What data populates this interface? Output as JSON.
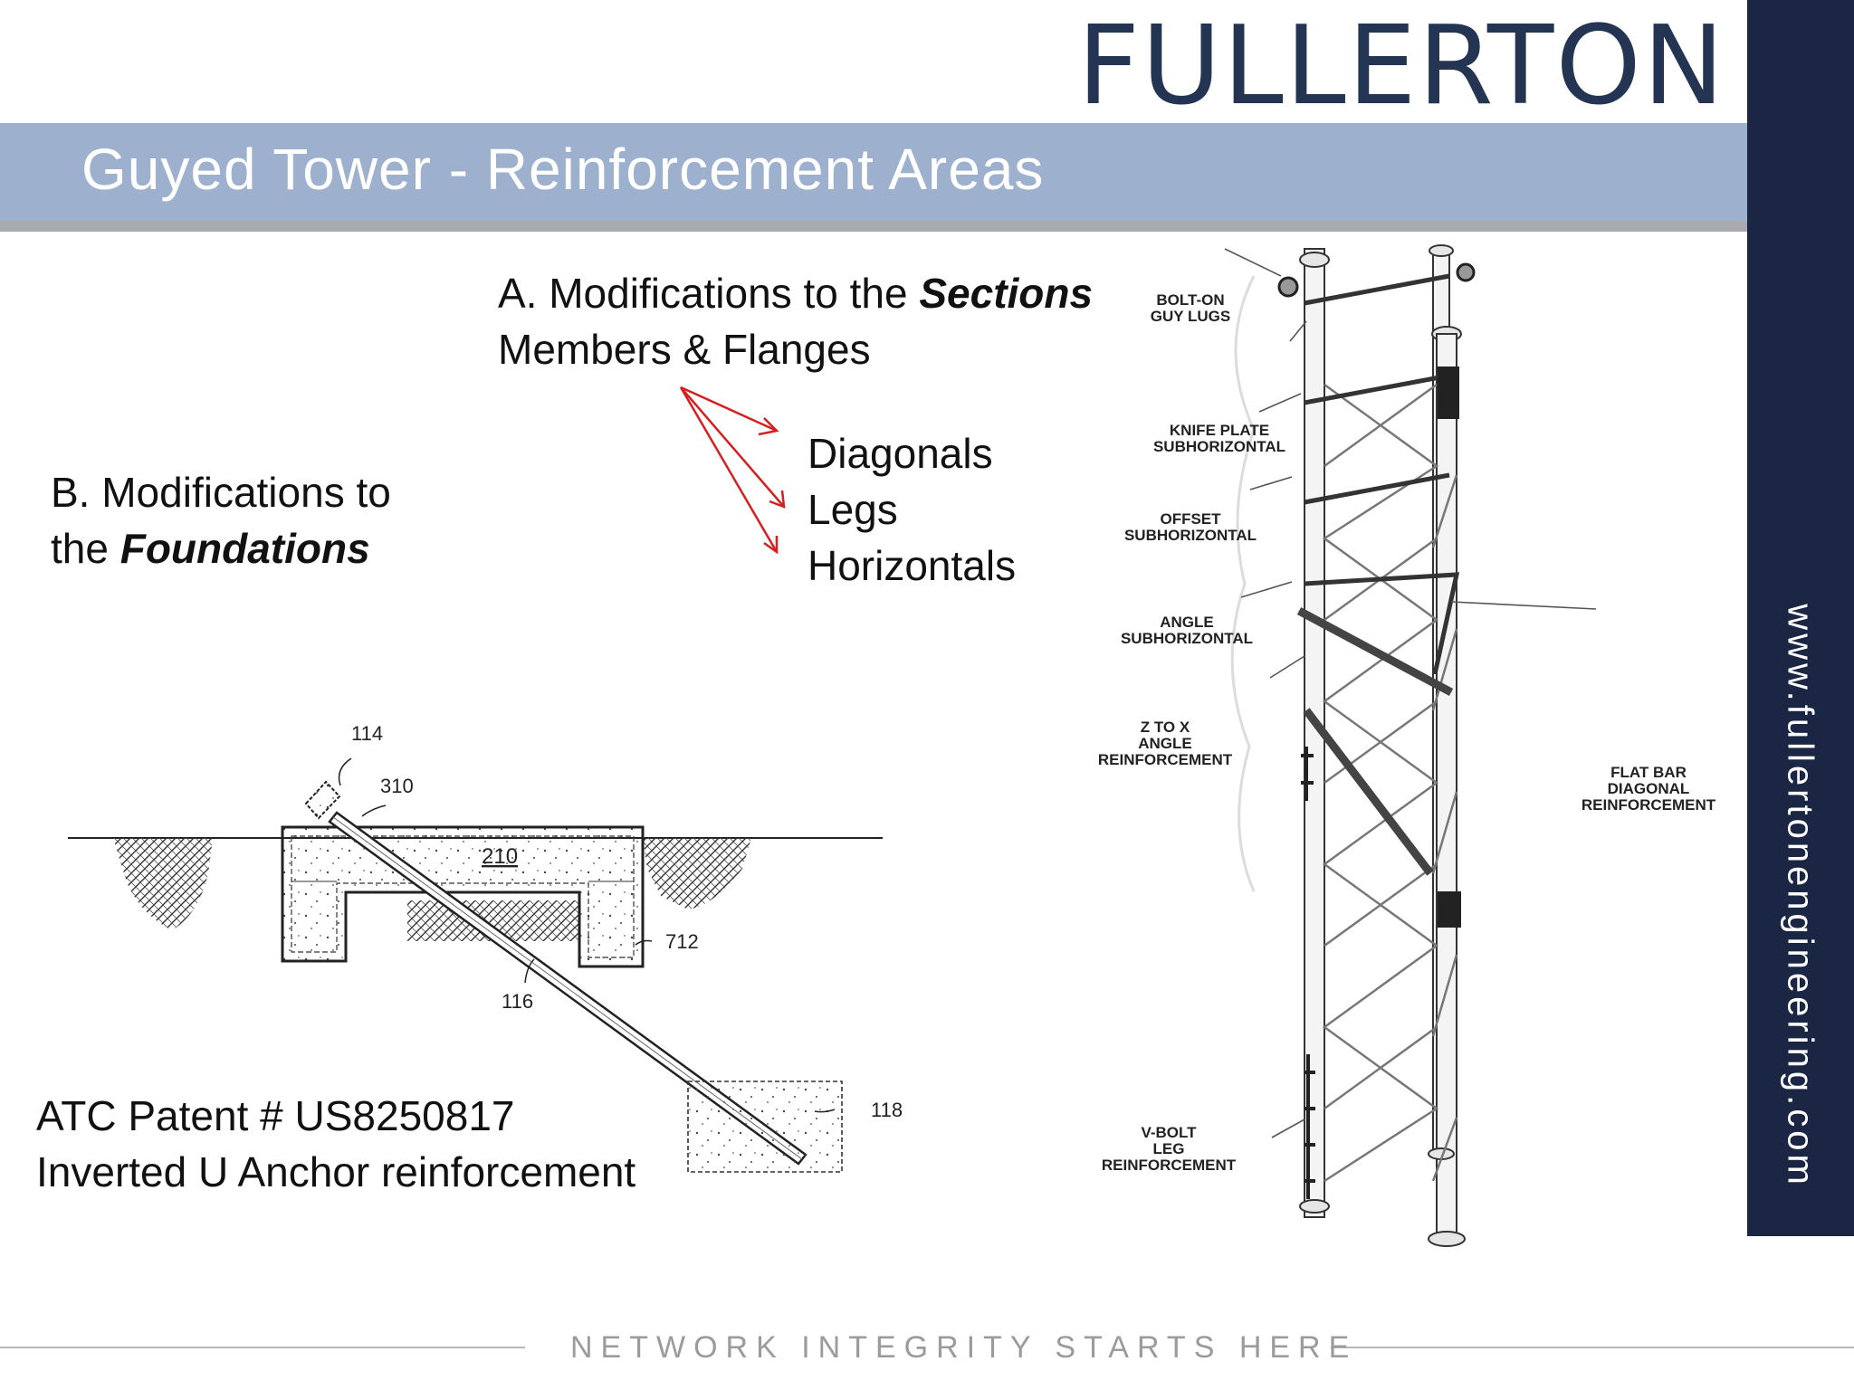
{
  "brand": {
    "logo_text": "FULLERTON",
    "tagline": "NETWORK INTEGRITY STARTS HERE",
    "url": "www.fullertonengineering.com"
  },
  "slide": {
    "title": "Guyed Tower - Reinforcement Areas"
  },
  "section_a": {
    "line1_prefix": "A. Modifications to the ",
    "line1_emphasis": "Sections",
    "line2": "Members  & Flanges",
    "targets": [
      "Diagonals",
      "Legs",
      "Horizontals"
    ]
  },
  "section_b": {
    "line1": "B. Modifications to",
    "line2_prefix": "the ",
    "line2_emphasis": "Foundations"
  },
  "patent": {
    "line1": "ATC Patent # US8250817",
    "line2": "Inverted U Anchor reinforcement"
  },
  "anchor_diagram": {
    "labels": {
      "l114": "114",
      "l310": "310",
      "l210": "210",
      "l712": "712",
      "l116": "116",
      "l118": "118"
    }
  },
  "tower_diagram": {
    "callouts": {
      "bolt_on_1": "BOLT-ON",
      "bolt_on_2": "GUY LUGS",
      "knife_1": "KNIFE PLATE",
      "knife_2": "SUBHORIZONTAL",
      "offset_1": "OFFSET",
      "offset_2": "SUBHORIZONTAL",
      "angle_1": "ANGLE",
      "angle_2": "SUBHORIZONTAL",
      "ztox_1": "Z TO X",
      "ztox_2": "ANGLE",
      "ztox_3": "REINFORCEMENT",
      "vbolt_1": "V-BOLT",
      "vbolt_2": "LEG",
      "vbolt_3": "REINFORCEMENT",
      "flatbar_1": "FLAT BAR",
      "flatbar_2": "DIAGONAL",
      "flatbar_3": "REINFORCEMENT"
    }
  },
  "colors": {
    "navy": "#1b2644",
    "title_bar": "#9db1cf",
    "arrow_red": "#d42020"
  }
}
